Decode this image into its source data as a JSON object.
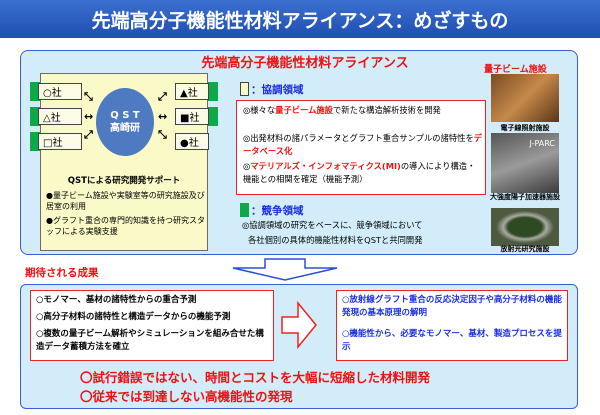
{
  "title": "先端高分子機能性材料アライアンス：めざすもの",
  "alliance": {
    "title": "先端高分子機能性材料アライアンス",
    "companies_left": [
      "○社",
      "△社",
      "□社"
    ],
    "companies_right": [
      "▲社",
      "■社",
      "●社"
    ],
    "center": {
      "line1": "Q S T",
      "line2": "高崎研"
    },
    "support_title": "QSTによる研究開発サポート",
    "support_items": [
      "●量子ビーム施設や実験室等の研究施設及び居室の利用",
      "●グラフト重合の専門的知識を持つ研究スタッフによる実験支援"
    ]
  },
  "cooperative": {
    "label": "：協調領域",
    "items": [
      {
        "pre": "◎様々な",
        "em": "量子ビーム施設",
        "post": "で新たな構造解析技術を開発"
      },
      {
        "pre": "◎出発材料の諸パラメータとグラフト重合サンプルの諸特性を",
        "em": "データベース化",
        "post": ""
      },
      {
        "pre": "◎",
        "em": "マテリアルズ・インフォマティクス(MI)",
        "post": "の導入により構造・機能との相関を確定（機能予測）"
      }
    ]
  },
  "competitive": {
    "label": "：競争領域",
    "text1": "◎協調領域の研究をベースに、競争領域において",
    "text2": "各社個別の具体的機能性材料をQSTと共同開発"
  },
  "facilities": {
    "title": "量子ビーム施設",
    "items": [
      "電子線照射施設",
      "J-PARC",
      "大強度陽子加速器施設",
      "放射光研究施設"
    ]
  },
  "results": {
    "title": "期待される成果",
    "left": [
      "○モノマー、基材の諸特性からの重合予測",
      "○高分子材料の諸特性と構造データからの機能予測",
      "○複数の量子ビーム解析やシミュレーションを組み合せた構造データ蓄積方法を確立"
    ],
    "right": [
      "○放射線グラフト重合の反応決定因子や高分子材料の機能発現の基本原理の解明",
      "○機能性から、必要なモノマー、基材、製造プロセスを提示"
    ],
    "final": [
      "〇試行錯誤ではない、時間とコストを大幅に短縮した材料開発",
      "〇従来では到達しない高機能性の発現"
    ]
  },
  "colors": {
    "accent_red": "#ee1111",
    "blue": "#1a2ee0",
    "green": "#0ca84a",
    "panel": "#d2ecfa"
  }
}
